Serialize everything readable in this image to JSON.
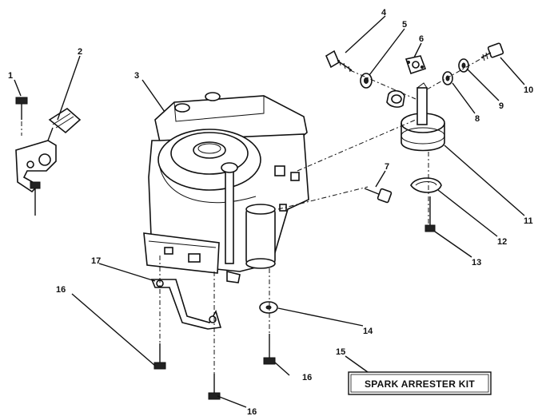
{
  "callouts": [
    {
      "id": "1",
      "label": "1"
    },
    {
      "id": "2",
      "label": "2"
    },
    {
      "id": "3",
      "label": "3"
    },
    {
      "id": "4",
      "label": "4"
    },
    {
      "id": "5",
      "label": "5"
    },
    {
      "id": "6",
      "label": "6"
    },
    {
      "id": "7",
      "label": "7"
    },
    {
      "id": "8",
      "label": "8"
    },
    {
      "id": "9",
      "label": "9"
    },
    {
      "id": "10",
      "label": "10"
    },
    {
      "id": "11",
      "label": "11"
    },
    {
      "id": "12",
      "label": "12"
    },
    {
      "id": "13",
      "label": "13"
    },
    {
      "id": "14",
      "label": "14"
    },
    {
      "id": "15",
      "label": "15"
    },
    {
      "id": "16a",
      "label": "16"
    },
    {
      "id": "16b",
      "label": "16"
    },
    {
      "id": "16c",
      "label": "16"
    },
    {
      "id": "17",
      "label": "17"
    }
  ],
  "kit_box": {
    "label": "SPARK ARRESTER KIT"
  }
}
